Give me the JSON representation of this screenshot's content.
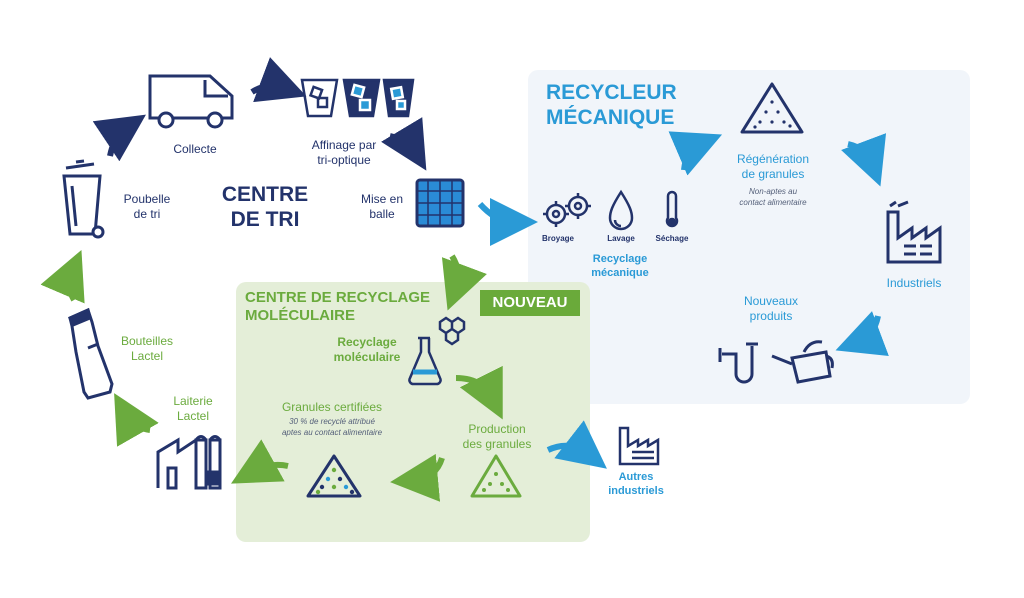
{
  "centre_tri": {
    "title_line1": "CENTRE",
    "title_line2": "DE TRI"
  },
  "recycleur": {
    "title_line1": "RECYCLEUR",
    "title_line2": "MÉCANIQUE"
  },
  "moleculaire": {
    "title_line1": "CENTRE DE RECYCLAGE",
    "title_line2": "MOLÉCULAIRE",
    "badge": "NOUVEAU"
  },
  "steps": {
    "collecte": "Collecte",
    "affinage_line1": "Affinage par",
    "affinage_line2": "tri-optique",
    "mise_line1": "Mise en",
    "mise_line2": "balle",
    "poubelle_line1": "Poubelle",
    "poubelle_line2": "de tri",
    "bouteilles_line1": "Bouteilles",
    "bouteilles_line2": "Lactel",
    "laiterie_line1": "Laiterie",
    "laiterie_line2": "Lactel",
    "broyage": "Broyage",
    "lavage": "Lavage",
    "sechage": "Séchage",
    "recyclage_meca_line1": "Recyclage",
    "recyclage_meca_line2": "mécanique",
    "regeneration_line1": "Régénération",
    "regeneration_line2": "de granules",
    "regeneration_note_line1": "Non-aptes au",
    "regeneration_note_line2": "contact alimentaire",
    "industriels": "Industriels",
    "nouveaux_line1": "Nouveaux",
    "nouveaux_line2": "produits",
    "recyclage_mol_line1": "Recyclage",
    "recyclage_mol_line2": "moléculaire",
    "production_line1": "Production",
    "production_line2": "des granules",
    "granules_title": "Granules certifiées",
    "granules_note_line1": "30 % de recyclé attribué",
    "granules_note_line2": "aptes au contact alimentaire",
    "autres_line1": "Autres",
    "autres_line2": "industriels"
  },
  "colors": {
    "navy": "#23336b",
    "blue": "#2a9ad6",
    "green": "#6bab3e",
    "mech_bg": "#f1f5fa",
    "mol_bg": "#e4eed8"
  }
}
